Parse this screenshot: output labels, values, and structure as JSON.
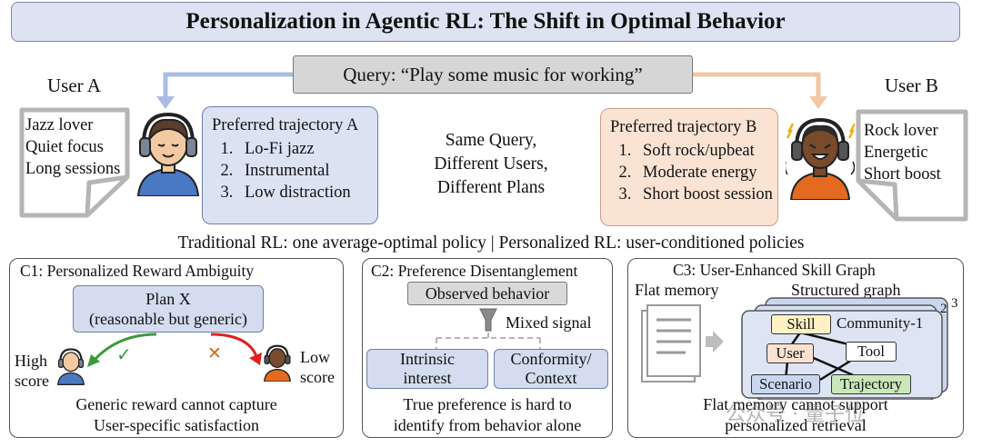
{
  "title": "Personalization in Agentic RL: The Shift in Optimal Behavior",
  "query": "Query: “Play some music for working”",
  "user_a": {
    "label": "User A",
    "traits": [
      "Jazz lover",
      "Quiet focus",
      "Long sessions"
    ],
    "trajectory_title": "Preferred trajectory A",
    "trajectory": [
      "Lo-Fi jazz",
      "Instrumental",
      "Low distraction"
    ]
  },
  "user_b": {
    "label": "User B",
    "traits": [
      "Rock lover",
      "Energetic",
      "Short boost"
    ],
    "trajectory_title": "Preferred trajectory B",
    "trajectory": [
      "Soft rock/upbeat",
      "Moderate energy",
      "Short boost session"
    ]
  },
  "center_text": [
    "Same Query,",
    "Different Users,",
    "Different Plans"
  ],
  "middle_line": "Traditional RL: one average-optimal policy | Personalized RL: user-conditioned policies",
  "c1": {
    "title": "C1: Personalized Reward Ambiguity",
    "plan_line1": "Plan X",
    "plan_line2": "(reasonable but generic)",
    "high_score": [
      "High",
      "score"
    ],
    "low_score": [
      "Low",
      "score"
    ],
    "check_mark": "✓",
    "cross_mark": "✕",
    "caption": [
      "Generic reward cannot capture",
      "User-specific satisfaction"
    ]
  },
  "c2": {
    "title": "C2: Preference Disentanglement",
    "observed": "Observed behavior",
    "mixed_signal": "Mixed signal",
    "intrinsic": [
      "Intrinsic",
      "interest"
    ],
    "conformity": [
      "Conformity/",
      "Context"
    ],
    "caption": [
      "True preference is hard to",
      "identify from behavior alone"
    ]
  },
  "c3": {
    "title": "C3: User-Enhanced Skill Graph",
    "flat_memory": "Flat memory",
    "structured_graph": "Structured graph",
    "community": "Community-1",
    "layer_numbers": [
      "2",
      "3"
    ],
    "nodes": {
      "skill": "Skill",
      "user": "User",
      "tool": "Tool",
      "scenario": "Scenario",
      "trajectory": "Trajectory"
    },
    "caption": [
      "Flat memory cannot support",
      "personalized retrieval"
    ]
  },
  "watermark": "公众号 · 量子位",
  "colors": {
    "title_bg": "#dde3f2",
    "traj_a_bg": "#dbe3f3",
    "traj_b_bg": "#fbe3d4",
    "arrow_a": "#a9bde3",
    "arrow_b": "#f4c6a2",
    "skill_node": "#fff1c4",
    "user_node": "#fbe1d0",
    "scenario_node": "#c9d6f0",
    "trajectory_node": "#c9e7b8",
    "check_green": "#3b9b3b",
    "cross_orange": "#d46a1a",
    "red_arrow": "#e02020"
  }
}
